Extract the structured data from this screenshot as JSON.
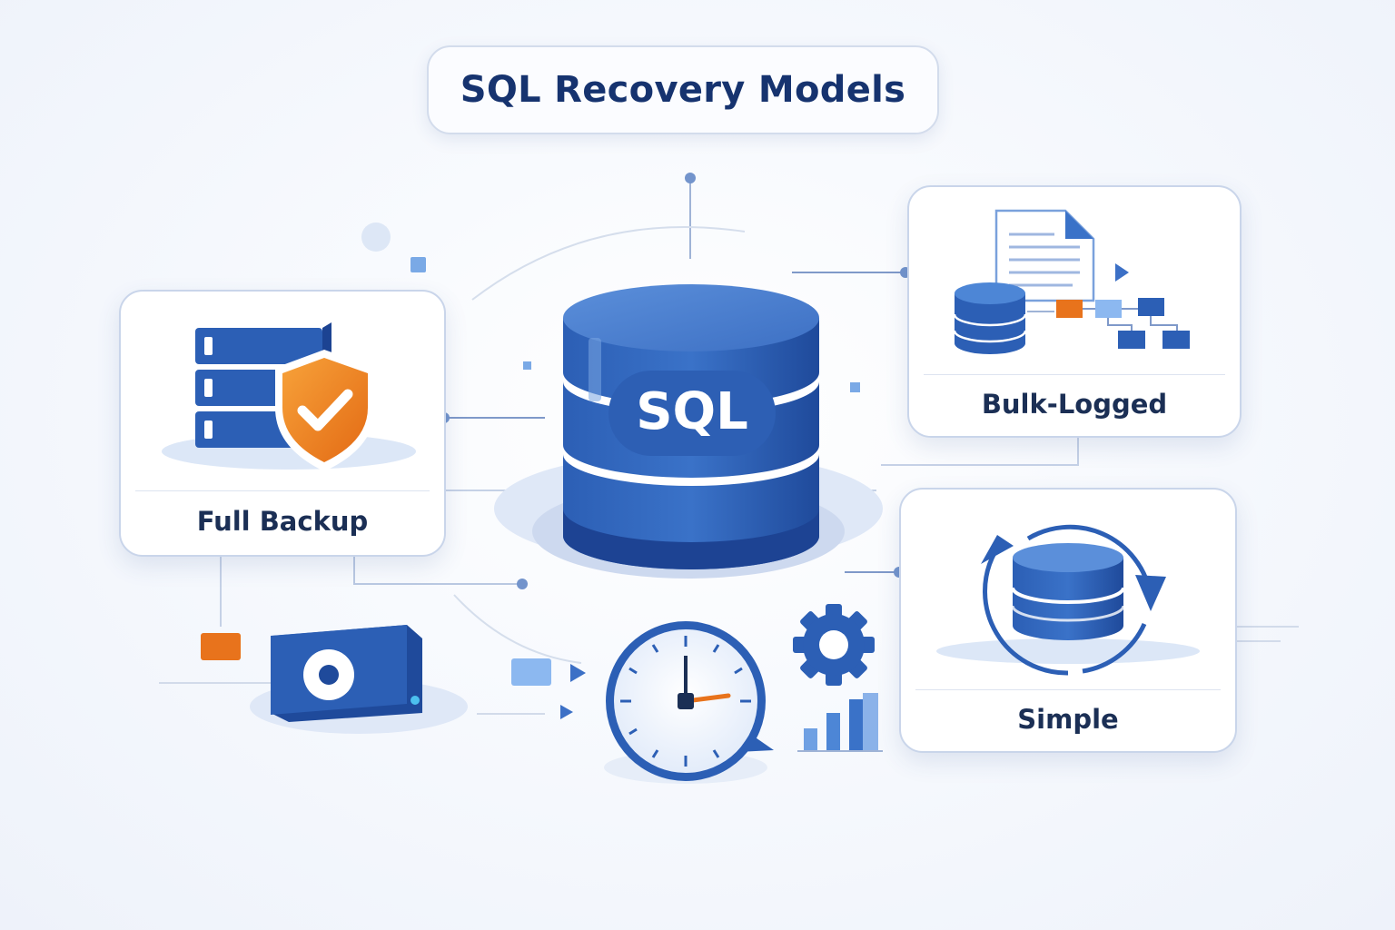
{
  "title": "SQL Recovery Models",
  "center": {
    "label": "SQL"
  },
  "models": [
    {
      "label": "Full Backup",
      "icon": "server-shield-icon"
    },
    {
      "label": "Bulk-Logged",
      "icon": "document-database-flow-icon"
    },
    {
      "label": "Simple",
      "icon": "database-cycle-icon"
    }
  ],
  "extras": [
    "backup-drive-icon",
    "clock-icon",
    "gear-icon",
    "bar-chart-icon"
  ],
  "colors": {
    "primary": "#2f5fb7",
    "dark": "#1b3f8f",
    "light": "#6fa0e3",
    "accent": "#e8731c",
    "title": "#16336f"
  }
}
